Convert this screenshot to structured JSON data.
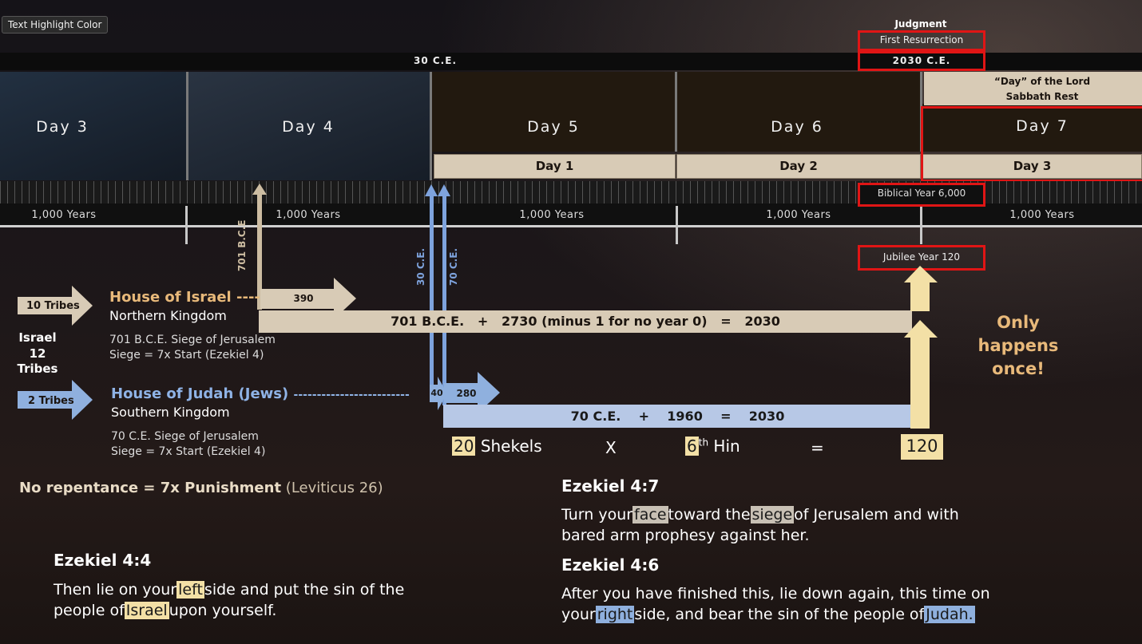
{
  "tooltip": "Text Highlight Color",
  "top": {
    "judgment": "Judgment",
    "first_resurrection": "First Resurrection",
    "year_30ce": "30 C.E.",
    "year_2030ce": "2030 C.E."
  },
  "days": {
    "day3": "Day 3",
    "day4": "Day 4",
    "day5": "Day 5",
    "day6": "Day 6",
    "day7": "Day 7",
    "sub1": "Day 1",
    "sub2": "Day 2",
    "sub3": "Day 3",
    "lord_line1": "“Day” of the Lord",
    "lord_line2": "Sabbath Rest"
  },
  "years": {
    "label": "1,000 Years",
    "biblical": "Biblical Year 6,000",
    "jubilee": "Jubilee Year 120"
  },
  "markers": {
    "b701": "701 B.C.E",
    "c30": "30 C.E.",
    "c70": "70 C.E."
  },
  "israel": {
    "tribes10": "10 Tribes",
    "house": "House of Israel",
    "dashes": "----",
    "kingdom": "Northern Kingdom",
    "siege": "701 B.C.E. Siege of Jerusalem",
    "siege_rule": "Siege = 7x Start (Ezekiel 4)",
    "arrow390": "390",
    "equation": "701 B.C.E.   +   2730 (minus 1 for no year 0)   =   2030"
  },
  "israel12": [
    "Israel",
    "12",
    "Tribes"
  ],
  "judah": {
    "tribes2": "2 Tribes",
    "house": "House of Judah (Jews)",
    "dashes": "-------------------------",
    "kingdom": "Southern Kingdom",
    "siege": "70 C.E. Siege of Jerusalem",
    "siege_rule": "Siege = 7x Start (Ezekiel 4)",
    "arrow40": "40",
    "arrow280": "280",
    "equation": "70 C.E.    +    1960    =    2030"
  },
  "shekels": {
    "num": "20",
    "word": "Shekels",
    "x": "X",
    "sixth": "6",
    "th": "th",
    "hin": "Hin",
    "eq": "=",
    "result": "120"
  },
  "once": [
    "Only",
    "happens",
    "once!"
  ],
  "punishment": {
    "bold": "No repentance = 7x Punishment",
    "ref": "(Leviticus 26)"
  },
  "ez44": {
    "heading": "Ezekiel 4:4",
    "p1": "Then lie on your",
    "h1": "left",
    "p2": "side and put the sin of the",
    "p3": "people of",
    "h2": "Israel",
    "p4": "upon yourself."
  },
  "ez47": {
    "heading": "Ezekiel 4:7",
    "p1": "Turn your",
    "h1": "face",
    "p2": "toward the",
    "h2": "siege",
    "p3": "of Jerusalem and with",
    "p4": "bared arm prophesy against her."
  },
  "ez46": {
    "heading": "Ezekiel 4:6",
    "p1": "After you have finished this, lie down again, this time on",
    "p2": "your",
    "h1": "right",
    "p3": "side, and bear the sin of the people of",
    "h2": "Judah."
  },
  "colors": {
    "beige": "#d8cbb6",
    "blue": "#8fb0de",
    "yellow": "#f3e0a6",
    "orange": "#e8b97a",
    "red": "#e01515"
  }
}
